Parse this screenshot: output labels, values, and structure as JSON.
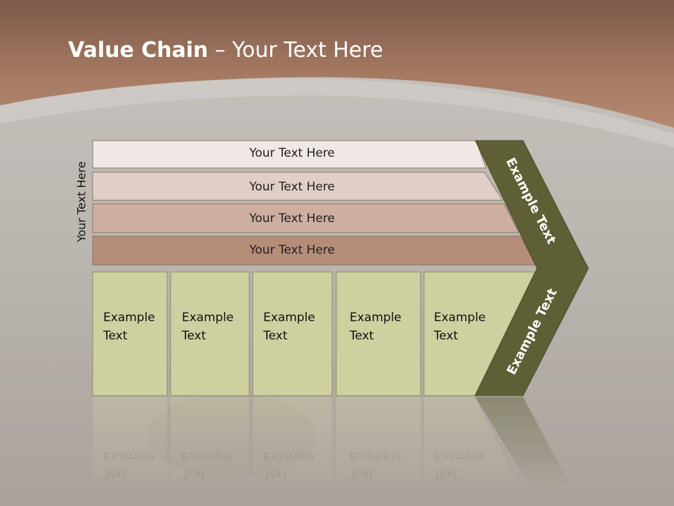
{
  "title": {
    "bold": "Value Chain",
    "rest": " – Your Text Here"
  },
  "side_label": "Your Text Here",
  "bars": [
    {
      "label": "Your Text Here",
      "fill": "#efe8e4"
    },
    {
      "label": "Your Text Here",
      "fill": "#e0cfc6"
    },
    {
      "label": "Your Text Here",
      "fill": "#ceae9f"
    },
    {
      "label": "Your Text Here",
      "fill": "#b58d79"
    }
  ],
  "cards": [
    {
      "line1": "Example",
      "line2": "Text"
    },
    {
      "line1": "Example",
      "line2": "Text"
    },
    {
      "line1": "Example",
      "line2": "Text"
    },
    {
      "line1": "Example",
      "line2": "Text"
    },
    {
      "line1": "Example",
      "line2": "Text"
    }
  ],
  "chevron": {
    "upper": "Example Text",
    "lower": "Example Text",
    "fill": "#5e5f35"
  },
  "colors": {
    "header": "#9a6f5a",
    "card": "#cfd0a0",
    "card_border": "#8b8c6a"
  }
}
